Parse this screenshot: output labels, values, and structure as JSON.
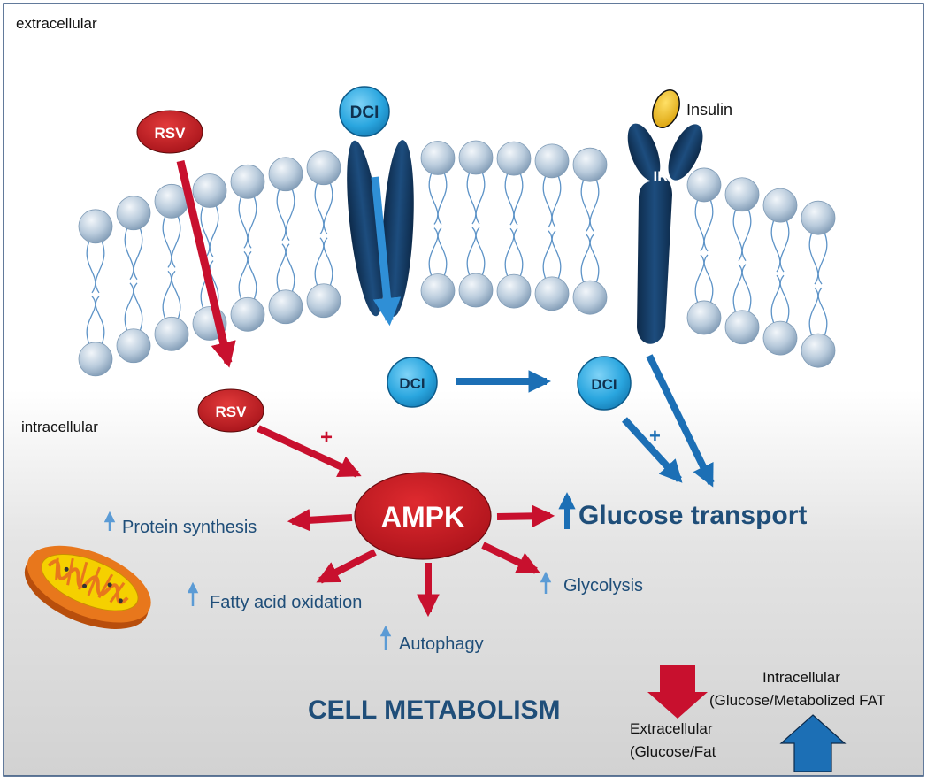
{
  "regions": {
    "extracellular": "extracellular",
    "intracellular": "intracellular"
  },
  "molecules": {
    "rsv_outside": "RSV",
    "rsv_inside": "RSV",
    "dci_top": "DCI",
    "dci_inside_left": "DCI",
    "dci_inside_right": "DCI",
    "insulin": "Insulin",
    "receptor": "IR",
    "ampk": "AMPK"
  },
  "signs": {
    "rsv_to_ampk": "+",
    "dci_to_glucose": "+"
  },
  "effects": {
    "glucose_transport": "Glucose transport",
    "protein_synthesis": "Protein synthesis",
    "fatty_acid_oxidation": "Fatty acid oxidation",
    "autophagy": "Autophagy",
    "glycolysis": "Glycolysis"
  },
  "title": "CELL METABOLISM",
  "summary": {
    "intracellular_line1": "Intracellular",
    "intracellular_line2": "(Glucose/Metabolized FAT",
    "extracellular_line1": "Extracellular",
    "extracellular_line2": "(Glucose/Fat"
  },
  "colors": {
    "red": "#c8102e",
    "dark_blue": "#1f4e79",
    "mid_blue": "#1c6fb5",
    "light_blue": "#2aa6df",
    "arrow_blue": "#5b9bd5",
    "insulin_yellow": "#f2b705",
    "receptor_navy": "#0f2d4f"
  }
}
